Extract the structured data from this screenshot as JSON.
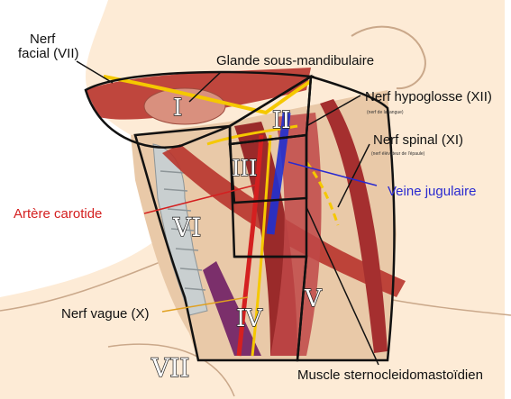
{
  "labels": {
    "nerf_facial": "Nerf facial (VII)",
    "nerf_facial_line1": "Nerf",
    "nerf_facial_line2": "facial (VII)",
    "glande": "Glande sous-mandibulaire",
    "nerf_hypoglosse": "Nerf hypoglosse (XII)",
    "nerf_hypoglosse_sub": "(nerf de la langue)",
    "nerf_spinal": "Nerf spinal (XI)",
    "nerf_spinal_sub": "(nerf élévateur de l'épaule)",
    "veine_jugulaire": "Veine jugulaire",
    "artere_carotide": "Artère carotide",
    "nerf_vague": "Nerf vague (X)",
    "muscle": "Muscle sternocleidomastoïdien"
  },
  "zones": {
    "I": "I",
    "II": "II",
    "III": "III",
    "IV": "IV",
    "V": "V",
    "VI": "VI",
    "VII": "VII"
  },
  "colors": {
    "skin": "#fbe7d0",
    "muscle": "#b8342c",
    "nerve": "#f5c800",
    "vein": "#2030d0",
    "artery": "#d42020",
    "trachea": "#c9cfd0",
    "outline": "#111111"
  }
}
